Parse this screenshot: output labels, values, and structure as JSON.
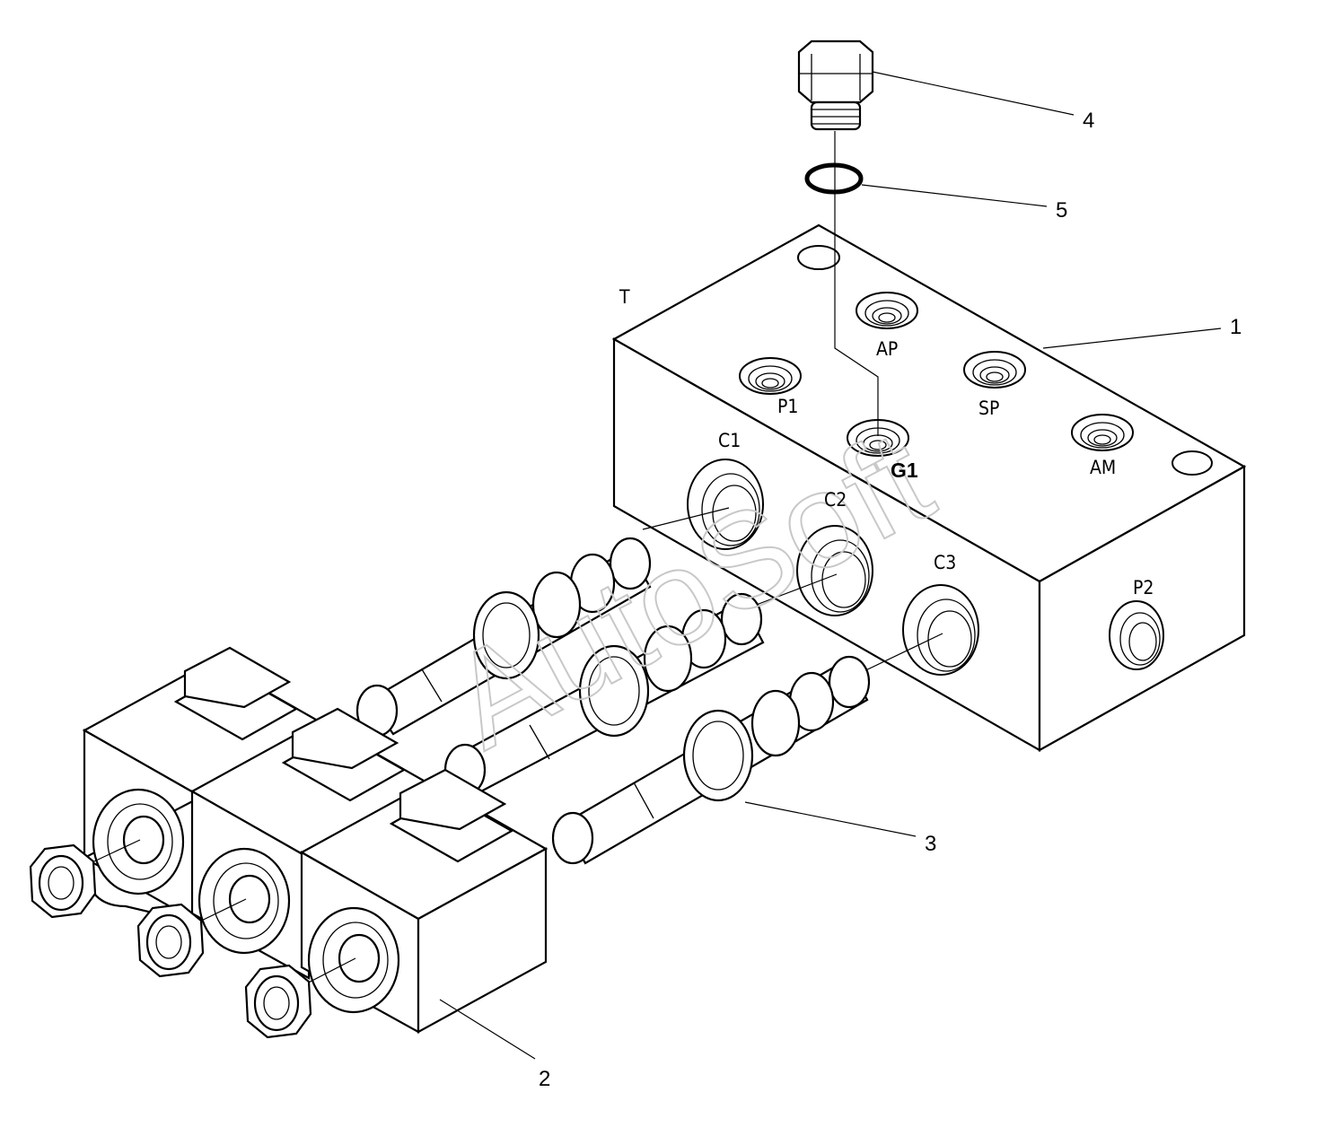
{
  "diagram": {
    "callouts": [
      {
        "id": "1",
        "text": "1"
      },
      {
        "id": "2",
        "text": "2"
      },
      {
        "id": "3",
        "text": "3"
      },
      {
        "id": "4",
        "text": "4"
      },
      {
        "id": "5",
        "text": "5"
      }
    ],
    "ports": {
      "T": "T",
      "AP": "AP",
      "P1": "P1",
      "SP": "SP",
      "G1": "G1",
      "AM": "AM",
      "C1": "C1",
      "C2": "C2",
      "C3": "C3",
      "P2": "P2"
    },
    "watermark": "AutoSoft"
  }
}
